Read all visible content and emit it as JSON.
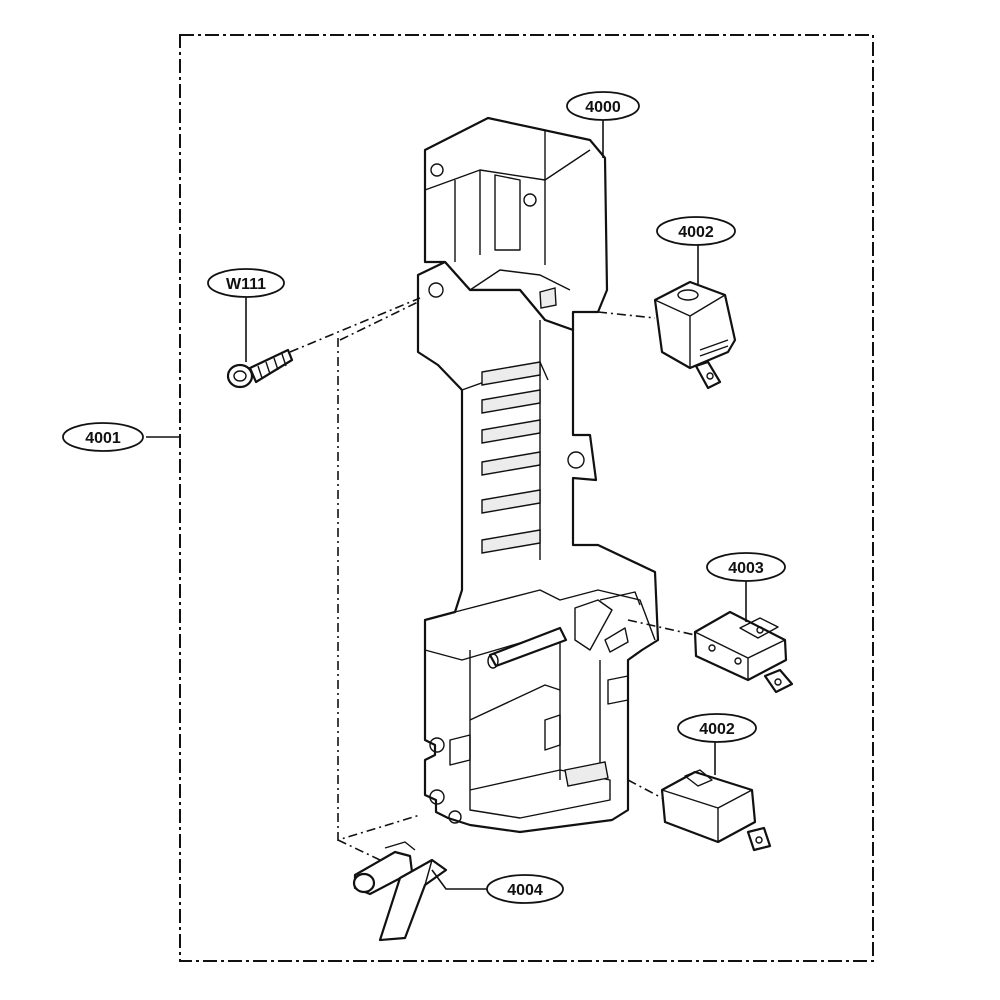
{
  "callouts": [
    {
      "id": "4000",
      "text": "4000"
    },
    {
      "id": "4001",
      "text": "4001"
    },
    {
      "id": "4002a",
      "text": "4002"
    },
    {
      "id": "4002b",
      "text": "4002"
    },
    {
      "id": "4003",
      "text": "4003"
    },
    {
      "id": "4004",
      "text": "4004"
    },
    {
      "id": "W111",
      "text": "W111"
    }
  ],
  "colors": {
    "line": "#111111",
    "background": "#ffffff",
    "shade": "#ececec"
  }
}
